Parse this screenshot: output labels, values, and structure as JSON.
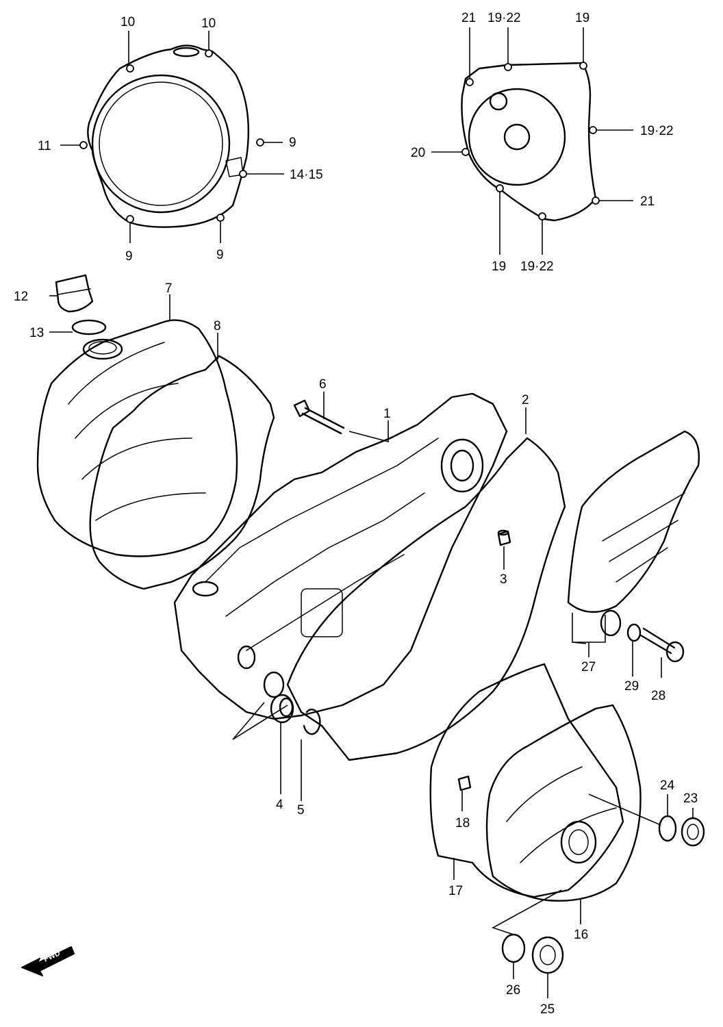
{
  "callouts": {
    "c1": "1",
    "c2": "2",
    "c3": "3",
    "c4": "4",
    "c5": "5",
    "c6": "6",
    "c7": "7",
    "c8": "8",
    "c9a": "9",
    "c9b": "9",
    "c9c": "9",
    "c10a": "10",
    "c10b": "10",
    "c11": "11",
    "c12": "12",
    "c13": "13",
    "c14_15": "14·15",
    "c16": "16",
    "c17": "17",
    "c18": "18",
    "c19a": "19",
    "c19b": "19",
    "c19_22a": "19·22",
    "c19_22b": "19·22",
    "c19_22c": "19·22",
    "c20": "20",
    "c21a": "21",
    "c21b": "21",
    "c23": "23",
    "c24": "24",
    "c25": "25",
    "c26": "26",
    "c27": "27",
    "c28": "28",
    "c29": "29"
  },
  "fwd_badge": "FWD"
}
